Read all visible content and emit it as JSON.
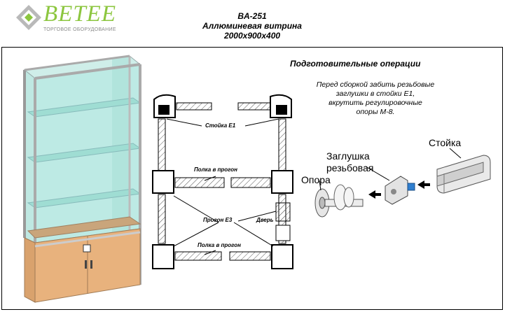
{
  "logo": {
    "name": "BETEE",
    "subtitle": "ТОРГОВОЕ ОБОРУДОВАНИЕ",
    "accent": "#8cc63f"
  },
  "header": {
    "model": "BA-251",
    "product": "Аллюминевая витрина",
    "dimensions": "2000x900x400"
  },
  "operations": {
    "title": "Подготовительные операции",
    "description": [
      "Перед сборкой забить резьбовые",
      "заглушки в стойки Е1,",
      "вкрутить регулировочные",
      "опоры М-8."
    ]
  },
  "diagram_labels": {
    "stand": "Стойка Е1",
    "shelf_top": "Полка в прогон",
    "beam": "Прогон Е3",
    "door": "Дверь",
    "shelf_bottom": "Полка в прогон"
  },
  "parts": {
    "plug_line1": "Заглушка",
    "plug_line2": "резьбовая",
    "foot": "Опора",
    "post": "Стойка"
  }
}
